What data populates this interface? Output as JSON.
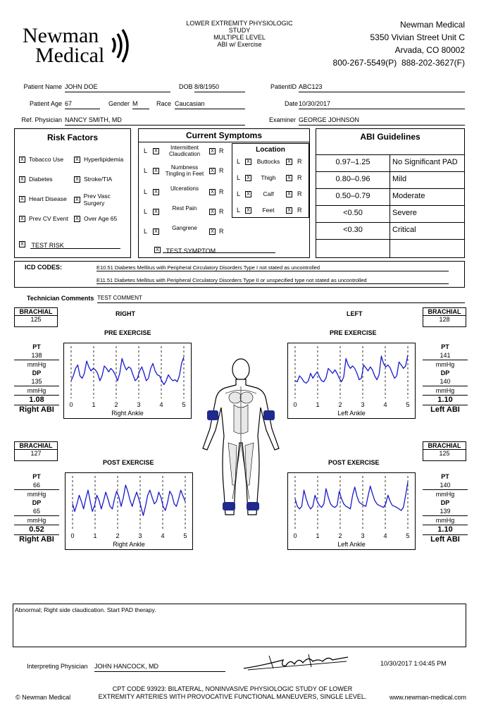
{
  "logo": {
    "line1": "Newman",
    "line2": "Medical"
  },
  "report_title": [
    "LOWER EXTREMITY PHYSIOLOGIC",
    "STUDY",
    "MULTIPLE LEVEL",
    "ABI w/ Exercise"
  ],
  "company": {
    "name": "Newman Medical",
    "address1": "5350 Vivian Street Unit C",
    "address2": "Arvada, CO 80002",
    "phone": "800-267-5549(P)",
    "fax": "888-202-3627(F)"
  },
  "patient": {
    "name_label": "Patient Name",
    "name": "JOHN DOE",
    "dob_label": "DOB",
    "dob": "8/8/1950",
    "id_label": "PatientID",
    "id": "ABC123",
    "age_label": "Patient Age",
    "age": "67",
    "gender_label": "Gender",
    "gender": "M",
    "race_label": "Race",
    "race": "Caucasian",
    "date_label": "Date",
    "date": "10/30/2017",
    "physician_label": "Ref. Physician",
    "physician": "NANCY SMITH, MD",
    "examiner_label": "Examiner",
    "examiner": "GEORGE JOHNSON"
  },
  "risk_factors": {
    "title": "Risk Factors",
    "items": [
      "Tobacco Use",
      "Hyperlipidemia",
      "Diabetes",
      "Stroke/TIA",
      "Heart Disease",
      "Prev Vasc Surgery",
      "Prev CV Event",
      "Over Age 65"
    ],
    "other": "TEST RISK",
    "check": "X"
  },
  "symptoms": {
    "title": "Current Symptoms",
    "items": [
      "Intermittent Claudication",
      "Numbness Tingling in Feet",
      "Ulcerations",
      "Rest Pain",
      "Gangrene"
    ],
    "location_title": "Location",
    "locations": [
      "Buttocks",
      "Thigh",
      "Calf",
      "Feet"
    ],
    "left": "L",
    "right": "R",
    "other": "TEST SYMPTOM"
  },
  "abi_guidelines": {
    "title": "ABI Guidelines",
    "rows": [
      {
        "range": "0.97–1.25",
        "label": "No Significant PAD"
      },
      {
        "range": "0.80–0.96",
        "label": "Mild"
      },
      {
        "range": "0.50–0.79",
        "label": "Moderate"
      },
      {
        "range": "<0.50",
        "label": "Severe"
      },
      {
        "range": "<0.30",
        "label": "Critical"
      }
    ]
  },
  "icd": {
    "label": "ICD CODES:",
    "codes": [
      "E10.51 Diabetes Mellitus with Peripheral Circulatory Disorders Type I not stated as uncontrolled",
      "E11.51 Diabetes Mellitus with Peripheral Circulatory Disorders Type II or unspecified type not stated as uncontrolled"
    ]
  },
  "tech_comments": {
    "label": "Technician Comments",
    "value": "TEST COMMENT"
  },
  "sides": {
    "right": "RIGHT",
    "left": "LEFT",
    "pre": "PRE EXERCISE",
    "post": "POST EXERCISE"
  },
  "labels": {
    "brachial": "BRACHIAL",
    "pt": "PT",
    "dp": "DP",
    "unit": "mmHg",
    "right_abi": "Right ABI",
    "left_abi": "Left ABI",
    "right_ankle": "Right Ankle",
    "left_ankle": "Left Ankle"
  },
  "measurements": {
    "pre_right": {
      "brachial": "125",
      "pt": "138",
      "dp": "135",
      "abi": "1.08"
    },
    "pre_left": {
      "brachial": "128",
      "pt": "141",
      "dp": "140",
      "abi": "1.10"
    },
    "post_right": {
      "brachial": "127",
      "pt": "66",
      "dp": "65",
      "abi": "0.52"
    },
    "post_left": {
      "brachial": "125",
      "pt": "140",
      "dp": "139",
      "abi": "1.10"
    }
  },
  "chart_data": [
    {
      "type": "line",
      "name": "pre-right",
      "x_ticks": [
        0,
        1,
        2,
        3,
        4,
        5
      ],
      "xlabel": "Right Ankle",
      "y": [
        0.3,
        0.4,
        0.55,
        0.62,
        0.4,
        0.35,
        0.45,
        0.7,
        0.58,
        0.5,
        0.55,
        0.52,
        0.45,
        0.3,
        0.4,
        0.6,
        0.55,
        0.48,
        0.55,
        0.5,
        0.42,
        0.3,
        0.45,
        0.75,
        0.62,
        0.52,
        0.58,
        0.55,
        0.42,
        0.3,
        0.35,
        0.5,
        0.58,
        0.45,
        0.3,
        0.35,
        0.55,
        0.65,
        0.5,
        0.42,
        0.4,
        0.3,
        0.22,
        0.3,
        0.42,
        0.35,
        0.3,
        0.32,
        0.28,
        0.4,
        0.66,
        0.78
      ]
    },
    {
      "type": "line",
      "name": "pre-left",
      "x_ticks": [
        0,
        1,
        2,
        3,
        4,
        5
      ],
      "xlabel": "Left Ankle",
      "y": [
        0.3,
        0.28,
        0.4,
        0.35,
        0.28,
        0.25,
        0.3,
        0.45,
        0.35,
        0.42,
        0.48,
        0.38,
        0.3,
        0.28,
        0.36,
        0.55,
        0.5,
        0.45,
        0.52,
        0.45,
        0.35,
        0.28,
        0.38,
        0.75,
        0.62,
        0.55,
        0.6,
        0.55,
        0.45,
        0.32,
        0.35,
        0.62,
        0.56,
        0.5,
        0.58,
        0.52,
        0.4,
        0.32,
        0.42,
        0.8,
        0.65,
        0.58,
        0.62,
        0.56,
        0.45,
        0.35,
        0.4,
        0.68,
        0.62,
        0.55,
        0.6,
        0.82
      ]
    },
    {
      "type": "line",
      "name": "post-right",
      "x_ticks": [
        0,
        1,
        2,
        3,
        4,
        5
      ],
      "xlabel": "Right Ankle",
      "y": [
        0.45,
        0.3,
        0.45,
        0.62,
        0.5,
        0.35,
        0.55,
        0.72,
        0.5,
        0.3,
        0.42,
        0.62,
        0.52,
        0.35,
        0.5,
        0.68,
        0.55,
        0.4,
        0.35,
        0.55,
        0.7,
        0.58,
        0.4,
        0.58,
        0.82,
        0.7,
        0.52,
        0.4,
        0.55,
        0.68,
        0.55,
        0.38,
        0.22,
        0.4,
        0.62,
        0.72,
        0.58,
        0.45,
        0.5,
        0.68,
        0.58,
        0.4,
        0.32,
        0.48,
        0.7,
        0.62,
        0.45,
        0.4,
        0.55,
        0.72,
        0.6,
        0.5
      ]
    },
    {
      "type": "line",
      "name": "post-left",
      "x_ticks": [
        0,
        1,
        2,
        3,
        4,
        5
      ],
      "xlabel": "Left Ankle",
      "y": [
        0.55,
        0.4,
        0.35,
        0.4,
        0.72,
        0.55,
        0.42,
        0.35,
        0.4,
        0.62,
        0.5,
        0.42,
        0.38,
        0.45,
        0.75,
        0.58,
        0.45,
        0.4,
        0.38,
        0.42,
        0.7,
        0.55,
        0.45,
        0.4,
        0.38,
        0.35,
        0.62,
        0.78,
        0.6,
        0.48,
        0.45,
        0.42,
        0.4,
        0.6,
        0.8,
        0.65,
        0.52,
        0.45,
        0.42,
        0.4,
        0.38,
        0.45,
        0.62,
        0.5,
        0.42,
        0.4,
        0.38,
        0.35,
        0.32,
        0.38,
        0.62,
        0.88
      ]
    }
  ],
  "interpretation": "Abnormal; Right side claudication. Start PAD therapy.",
  "signature": {
    "label": "Interpreting Physician",
    "name": "JOHN HANCOCK, MD",
    "datetime": "10/30/2017 1:04:45 PM"
  },
  "footer": {
    "copyright": "© Newman Medical",
    "cpt_line1": "CPT CODE 93923:  BILATERAL, NONINVASIVE PHYSIOLOGIC STUDY OF LOWER",
    "cpt_line2": "EXTREMITY ARTERIES WITH PROVOCATIVE FUNCTIONAL MANEUVERS, SINGLE LEVEL.",
    "website": "www.newman-medical.com"
  },
  "colors": {
    "waveform": "#1a1acc",
    "cuff": "#1f2a8c"
  }
}
